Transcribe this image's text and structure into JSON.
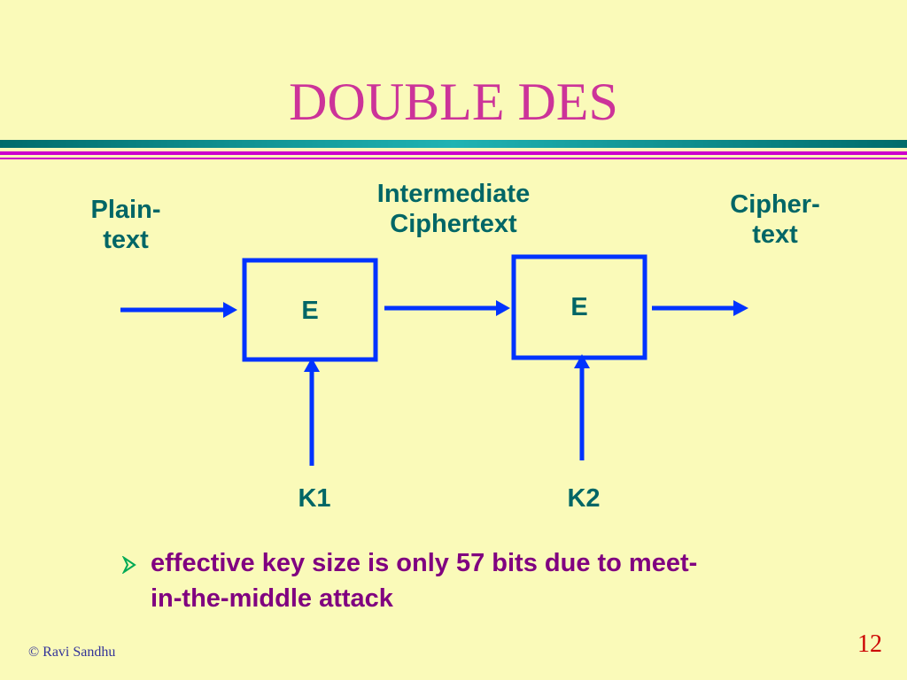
{
  "slide": {
    "title": "DOUBLE DES",
    "colors": {
      "background": "#fafab9",
      "title": "#cc3399",
      "rule_teal": "#009999",
      "rule_pink": "#cc00cc",
      "diagram_blue": "#0033ff",
      "label": "#006666",
      "bullet_text": "#800080",
      "bullet_marker": "#00aa55"
    }
  },
  "diagram": {
    "plaintext_label_line1": "Plain-",
    "plaintext_label_line2": "text",
    "intermediate_label_line1": "Intermediate",
    "intermediate_label_line2": "Ciphertext",
    "ciphertext_label_line1": "Cipher-",
    "ciphertext_label_line2": "text",
    "box1_label": "E",
    "box2_label": "E",
    "key1_label": "K1",
    "key2_label": "K2"
  },
  "bullet": {
    "marker_icon": "arrowhead-bullet-icon",
    "text": "effective key size is only 57 bits due to meet-in-the-middle attack",
    "line1": "effective key size is only 57 bits due to meet-",
    "line2": "in-the-middle attack"
  },
  "footer": {
    "author": "© Ravi Sandhu",
    "page_number": "12"
  }
}
